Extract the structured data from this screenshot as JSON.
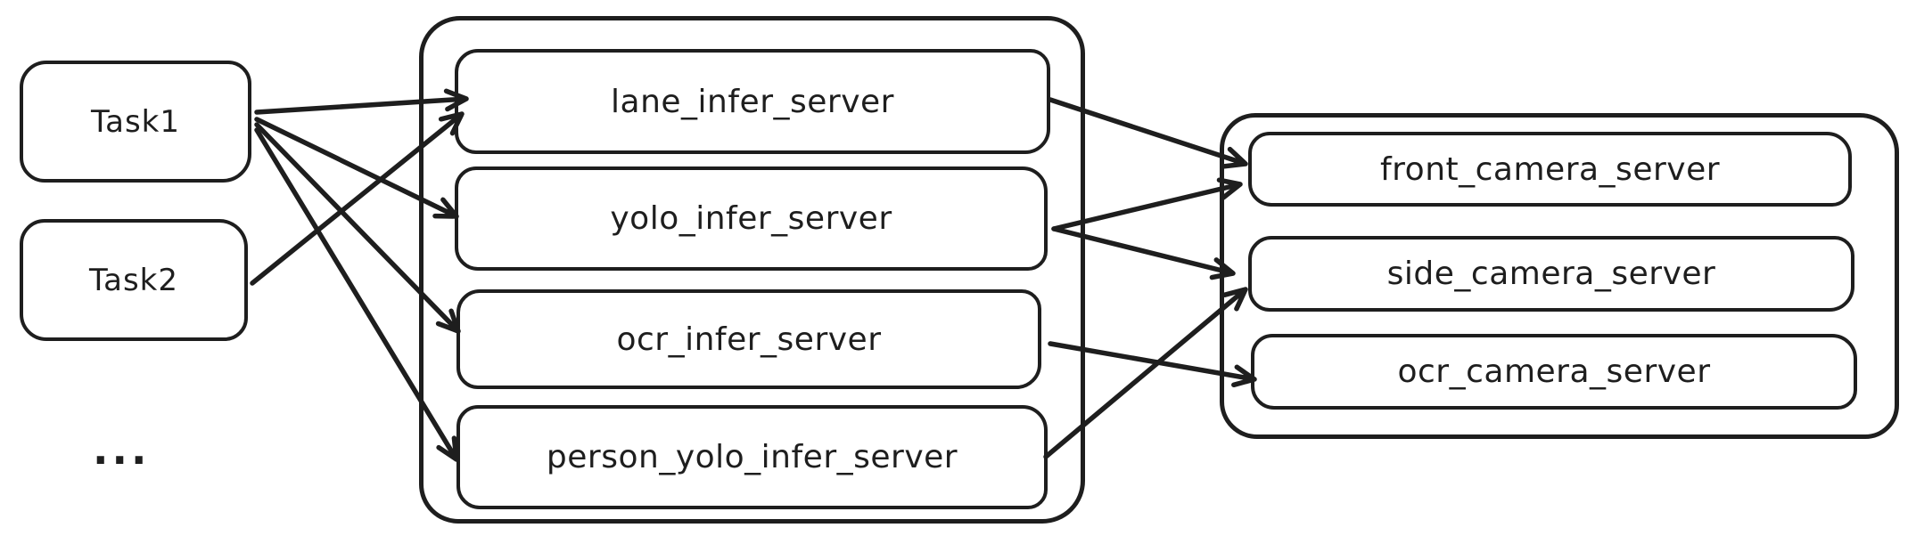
{
  "colors": {
    "stroke": "#1e1e1e",
    "background": "#ffffff"
  },
  "tasks": [
    {
      "label": "Task1"
    },
    {
      "label": "Task2"
    }
  ],
  "tasks_ellipsis": "...",
  "infer_servers": [
    {
      "label": "lane_infer_server"
    },
    {
      "label": "yolo_infer_server"
    },
    {
      "label": "ocr_infer_server"
    },
    {
      "label": "person_yolo_infer_server"
    }
  ],
  "camera_servers": [
    {
      "label": "front_camera_server"
    },
    {
      "label": "side_camera_server"
    },
    {
      "label": "ocr_camera_server"
    }
  ],
  "edges": [
    {
      "from": "Task1",
      "to": "lane_infer_server"
    },
    {
      "from": "Task1",
      "to": "yolo_infer_server"
    },
    {
      "from": "Task1",
      "to": "ocr_infer_server"
    },
    {
      "from": "Task1",
      "to": "person_yolo_infer_server"
    },
    {
      "from": "Task2",
      "to": "lane_infer_server"
    },
    {
      "from": "lane_infer_server",
      "to": "front_camera_server"
    },
    {
      "from": "yolo_infer_server",
      "to": "front_camera_server"
    },
    {
      "from": "yolo_infer_server",
      "to": "side_camera_server"
    },
    {
      "from": "ocr_infer_server",
      "to": "ocr_camera_server"
    },
    {
      "from": "person_yolo_infer_server",
      "to": "side_camera_server"
    }
  ]
}
